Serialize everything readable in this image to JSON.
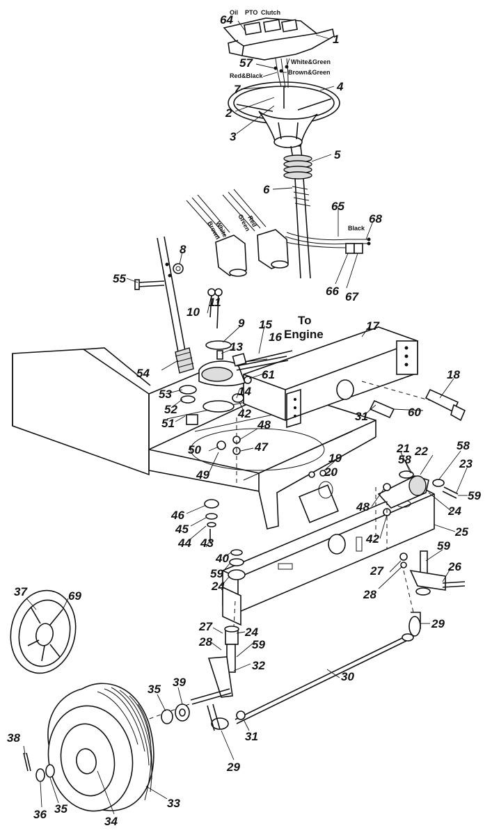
{
  "labels": {
    "top": {
      "oil": "Oil",
      "pto": "PTO",
      "clutch": "Clutch"
    },
    "wires": {
      "white_green": "White&Green",
      "brown_green": "Brown&Green",
      "red_black": "Red&Black",
      "black": "Black",
      "white": "White",
      "brown": "Brown",
      "green": "Green",
      "red": "Red"
    },
    "to_engine_line1": "To",
    "to_engine_line2": "Engine"
  },
  "parts": {
    "p1": "1",
    "p2": "2",
    "p3": "3",
    "p4": "4",
    "p5": "5",
    "p6": "6",
    "p7": "7",
    "p8": "8",
    "p9": "9",
    "p10": "10",
    "p11": "11",
    "p13": "13",
    "p14": "14",
    "p15": "15",
    "p16": "16",
    "p17": "17",
    "p18": "18",
    "p19": "19",
    "p20": "20",
    "p21": "21",
    "p22": "22",
    "p23": "23",
    "p24a": "24",
    "p24b": "24",
    "p24c": "24",
    "p25": "25",
    "p26": "26",
    "p27a": "27",
    "p27b": "27",
    "p28a": "28",
    "p28b": "28",
    "p29a": "29",
    "p29b": "29",
    "p30": "30",
    "p31a": "31",
    "p31b": "31",
    "p32": "32",
    "p33": "33",
    "p34": "34",
    "p35a": "35",
    "p35b": "35",
    "p36": "36",
    "p37": "37",
    "p38": "38",
    "p39": "39",
    "p40": "40",
    "p42a": "42",
    "p42b": "42",
    "p43": "43",
    "p44": "44",
    "p45": "45",
    "p46": "46",
    "p47": "47",
    "p48a": "48",
    "p48b": "48",
    "p49": "49",
    "p50": "50",
    "p51": "51",
    "p52": "52",
    "p53": "53",
    "p54": "54",
    "p55": "55",
    "p57": "57",
    "p58a": "58",
    "p58b": "58",
    "p59a": "59",
    "p59b": "59",
    "p59c": "59",
    "p59d": "59",
    "p60": "60",
    "p61": "61",
    "p64": "64",
    "p65": "65",
    "p66": "66",
    "p67": "67",
    "p68": "68",
    "p69": "69"
  }
}
